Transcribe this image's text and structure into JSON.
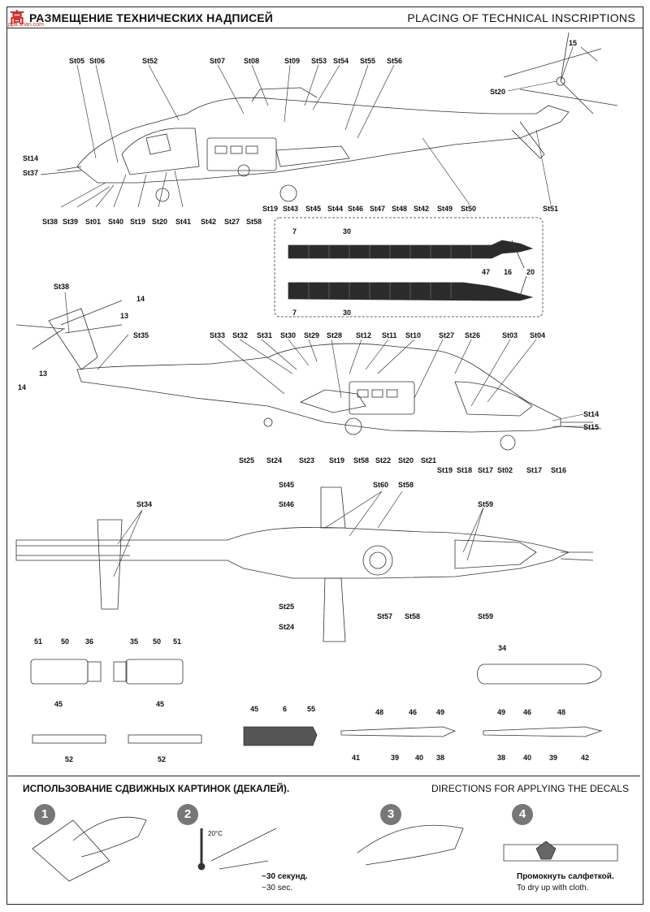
{
  "header": {
    "title_ru": "РАЗМЕЩЕНИЕ ТЕХНИЧЕСКИХ НАДПИСЕЙ",
    "title_en": "PLACING OF TECHNICAL INSCRIPTIONS",
    "watermark_glyph": "高",
    "watermark_url": "ppa.shan.com"
  },
  "view1_labels": [
    {
      "id": "v1-St05",
      "text": "St05"
    },
    {
      "id": "v1-St06",
      "text": "St06"
    },
    {
      "id": "v1-St52",
      "text": "St52"
    },
    {
      "id": "v1-St07",
      "text": "St07"
    },
    {
      "id": "v1-St08",
      "text": "St08"
    },
    {
      "id": "v1-St09",
      "text": "St09"
    },
    {
      "id": "v1-St53",
      "text": "St53"
    },
    {
      "id": "v1-St54",
      "text": "St54"
    },
    {
      "id": "v1-St55",
      "text": "St55"
    },
    {
      "id": "v1-St56",
      "text": "St56"
    },
    {
      "id": "v1-15",
      "text": "15"
    },
    {
      "id": "v1-St20t",
      "text": "St20"
    },
    {
      "id": "v1-St14",
      "text": "St14"
    },
    {
      "id": "v1-St37",
      "text": "St37"
    },
    {
      "id": "v1-St38",
      "text": "St38"
    },
    {
      "id": "v1-St39",
      "text": "St39"
    },
    {
      "id": "v1-St01",
      "text": "St01"
    },
    {
      "id": "v1-St40",
      "text": "St40"
    },
    {
      "id": "v1-St19",
      "text": "St19"
    },
    {
      "id": "v1-St20",
      "text": "St20"
    },
    {
      "id": "v1-St41",
      "text": "St41"
    },
    {
      "id": "v1-St42",
      "text": "St42"
    },
    {
      "id": "v1-St27",
      "text": "St27"
    },
    {
      "id": "v1-St58",
      "text": "St58"
    },
    {
      "id": "v1-St19b",
      "text": "St19"
    },
    {
      "id": "v1-St43",
      "text": "St43"
    },
    {
      "id": "v1-St45",
      "text": "St45"
    },
    {
      "id": "v1-St44",
      "text": "St44"
    },
    {
      "id": "v1-St46",
      "text": "St46"
    },
    {
      "id": "v1-St47",
      "text": "St47"
    },
    {
      "id": "v1-St48",
      "text": "St48"
    },
    {
      "id": "v1-St42b",
      "text": "St42"
    },
    {
      "id": "v1-St49",
      "text": "St49"
    },
    {
      "id": "v1-St50",
      "text": "St50"
    },
    {
      "id": "v1-St51",
      "text": "St51"
    }
  ],
  "rotor_inset": {
    "labels": [
      "7",
      "30",
      "16",
      "20",
      "47",
      "7",
      "30"
    ]
  },
  "view2_labels": [
    {
      "id": "v2-St38",
      "text": "St38"
    },
    {
      "id": "v2-14",
      "text": "14"
    },
    {
      "id": "v2-13",
      "text": "13"
    },
    {
      "id": "v2-13b",
      "text": "13"
    },
    {
      "id": "v2-14b",
      "text": "14"
    },
    {
      "id": "v2-St35",
      "text": "St35"
    },
    {
      "id": "v2-St33",
      "text": "St33"
    },
    {
      "id": "v2-St32",
      "text": "St32"
    },
    {
      "id": "v2-St31",
      "text": "St31"
    },
    {
      "id": "v2-St30",
      "text": "St30"
    },
    {
      "id": "v2-St29",
      "text": "St29"
    },
    {
      "id": "v2-St28",
      "text": "St28"
    },
    {
      "id": "v2-St12",
      "text": "St12"
    },
    {
      "id": "v2-St11",
      "text": "St11"
    },
    {
      "id": "v2-St10",
      "text": "St10"
    },
    {
      "id": "v2-St27",
      "text": "St27"
    },
    {
      "id": "v2-St26",
      "text": "St26"
    },
    {
      "id": "v2-St03",
      "text": "St03"
    },
    {
      "id": "v2-St04",
      "text": "St04"
    },
    {
      "id": "v2-St14",
      "text": "St14"
    },
    {
      "id": "v2-St15",
      "text": "St15"
    },
    {
      "id": "v2-St25",
      "text": "St25"
    },
    {
      "id": "v2-St24",
      "text": "St24"
    },
    {
      "id": "v2-St23",
      "text": "St23"
    },
    {
      "id": "v2-St19",
      "text": "St19"
    },
    {
      "id": "v2-St58",
      "text": "St58"
    },
    {
      "id": "v2-St20",
      "text": "St20"
    },
    {
      "id": "v2-St22",
      "text": "St22"
    },
    {
      "id": "v2-St21",
      "text": "St21"
    },
    {
      "id": "v2-St19b",
      "text": "St19"
    },
    {
      "id": "v2-St18",
      "text": "St18"
    },
    {
      "id": "v2-St17",
      "text": "St17"
    },
    {
      "id": "v2-St02",
      "text": "St02"
    },
    {
      "id": "v2-St17b",
      "text": "St17"
    },
    {
      "id": "v2-St16",
      "text": "St16"
    }
  ],
  "view3_labels": [
    {
      "id": "v3-St45",
      "text": "St45"
    },
    {
      "id": "v3-St60",
      "text": "St60"
    },
    {
      "id": "v3-St58",
      "text": "St58"
    },
    {
      "id": "v3-St46",
      "text": "St46"
    },
    {
      "id": "v3-St34",
      "text": "St34"
    },
    {
      "id": "v3-St59",
      "text": "St59"
    },
    {
      "id": "v3-St25",
      "text": "St25"
    },
    {
      "id": "v3-St57",
      "text": "St57"
    },
    {
      "id": "v3-St58b",
      "text": "St58"
    },
    {
      "id": "v3-St59b",
      "text": "St59"
    },
    {
      "id": "v3-St24",
      "text": "St24"
    }
  ],
  "parts_labels": [
    {
      "id": "p-51a",
      "text": "51"
    },
    {
      "id": "p-50a",
      "text": "50"
    },
    {
      "id": "p-36",
      "text": "36"
    },
    {
      "id": "p-45a",
      "text": "45"
    },
    {
      "id": "p-35",
      "text": "35"
    },
    {
      "id": "p-50b",
      "text": "50"
    },
    {
      "id": "p-51b",
      "text": "51"
    },
    {
      "id": "p-45b",
      "text": "45"
    },
    {
      "id": "p-34",
      "text": "34"
    },
    {
      "id": "p-52a",
      "text": "52"
    },
    {
      "id": "p-52b",
      "text": "52"
    },
    {
      "id": "p-45s",
      "text": "45"
    },
    {
      "id": "p-6s",
      "text": "6"
    },
    {
      "id": "p-55s",
      "text": "55"
    },
    {
      "id": "p-48a",
      "text": "48"
    },
    {
      "id": "p-46a",
      "text": "46"
    },
    {
      "id": "p-49a",
      "text": "49"
    },
    {
      "id": "p-41",
      "text": "41"
    },
    {
      "id": "p-39a",
      "text": "39"
    },
    {
      "id": "p-40a",
      "text": "40"
    },
    {
      "id": "p-38a",
      "text": "38"
    },
    {
      "id": "p-49b",
      "text": "49"
    },
    {
      "id": "p-46b",
      "text": "46"
    },
    {
      "id": "p-48b",
      "text": "48"
    },
    {
      "id": "p-38b",
      "text": "38"
    },
    {
      "id": "p-40b",
      "text": "40"
    },
    {
      "id": "p-39b",
      "text": "39"
    },
    {
      "id": "p-42",
      "text": "42"
    }
  ],
  "directions": {
    "title_ru": "ИСПОЛЬЗОВАНИЕ СДВИЖНЫХ КАРТИНОК (ДЕКАЛЕЙ).",
    "title_en": "DIRECTIONS  FOR APPLYING THE DECALS",
    "steps": [
      "1",
      "2",
      "3",
      "4"
    ],
    "temp_label": "20°C",
    "step2_ru": "~30 секунд.",
    "step2_en": "~30 sec.",
    "step4_ru": "Промокнуть салфеткой.",
    "step4_en": "To dry up with cloth."
  }
}
